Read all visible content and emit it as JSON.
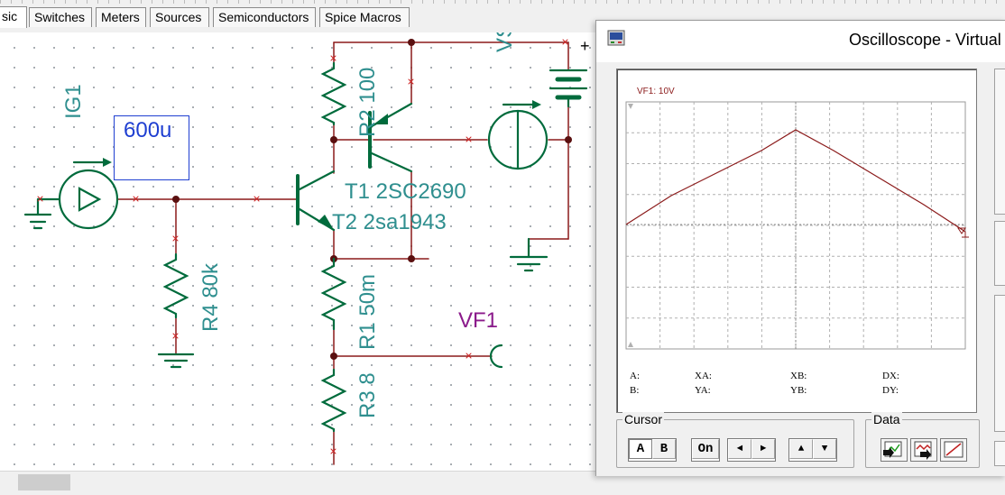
{
  "toolbar": {
    "tabs": [
      {
        "label": "Basic",
        "shown": "sic"
      },
      {
        "label": "Switches"
      },
      {
        "label": "Meters"
      },
      {
        "label": "Sources"
      },
      {
        "label": "Semiconductors"
      },
      {
        "label": "Spice Macros"
      }
    ]
  },
  "schematic": {
    "ig1_label": "IG1",
    "ig1_value": "600u",
    "r2_label": "R2 100",
    "t1_label": "T1 2SC2690",
    "t2_label": "T2 2sa1943",
    "r4_label": "R4 80k",
    "r1_label": "R1 50m",
    "r3_label": "R3 8",
    "vf1_label": "VF1",
    "vs_label": "VS",
    "plus_sign": "+",
    "colors": {
      "component": "#006b3c",
      "wire": "#8b1a1a",
      "label": "#2f8f8f",
      "value_box": "#1f3fd1",
      "vf": "#8b1a8b"
    }
  },
  "oscilloscope": {
    "title": "Oscilloscope - Virtual",
    "channel_label": "VF1: 10V",
    "trace_color": "#8b1a1a",
    "measurements": {
      "a": "A:",
      "b": "B:",
      "xa": "XA:",
      "ya": "YA:",
      "xb": "XB:",
      "yb": "YB:",
      "dx": "DX:",
      "dy": "DY:"
    },
    "cursor": {
      "title": "Cursor",
      "a": "A",
      "b": "B",
      "on": "On",
      "left": "◄",
      "right": "►",
      "up": "▲",
      "down": "▼"
    },
    "data": {
      "title": "Data"
    }
  }
}
